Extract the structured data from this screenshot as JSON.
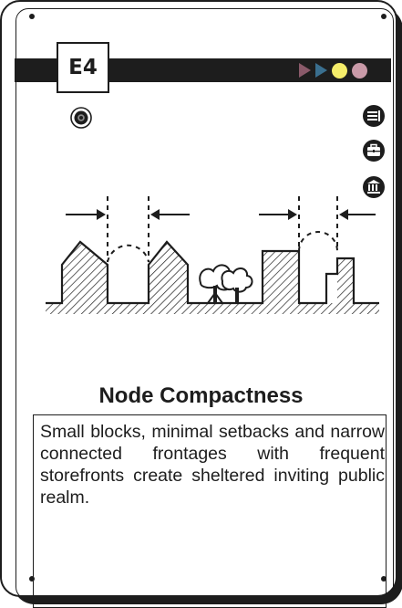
{
  "card": {
    "code": "E4",
    "title": "Node Compactness",
    "description": "Small blocks, minimal setbacks and narrow connected frontages with frequent storefronts create sheltered inviting public realm."
  },
  "indicators": {
    "triangle_colors": [
      "#8a5a6a",
      "#3a6f8f"
    ],
    "circle_colors": [
      "#f5ed6a",
      "#c99aa8"
    ]
  },
  "icons": [
    "target-icon",
    "list-icon",
    "briefcase-icon",
    "institution-icon"
  ],
  "colors": {
    "ink": "#1d1d1d",
    "background": "#ffffff"
  }
}
